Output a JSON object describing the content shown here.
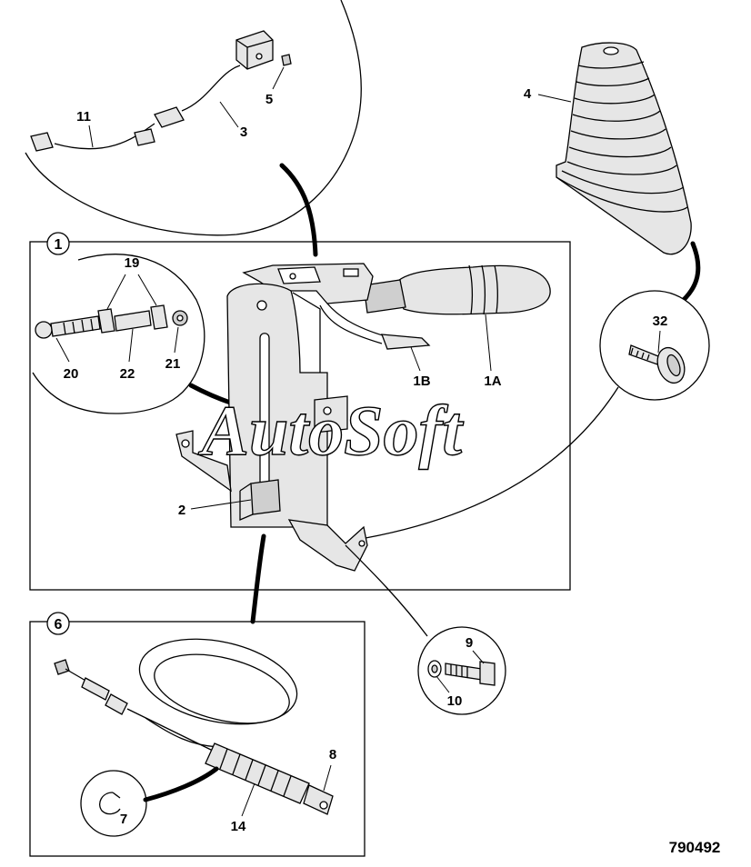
{
  "figure_number": "790492",
  "watermark": "AutoSoft",
  "callouts": {
    "c1": "1",
    "c1A": "1A",
    "c1B": "1B",
    "c2": "2",
    "c3": "3",
    "c4": "4",
    "c5": "5",
    "c6": "6",
    "c7": "7",
    "c8": "8",
    "c9": "9",
    "c10": "10",
    "c11": "11",
    "c14": "14",
    "c19": "19",
    "c20": "20",
    "c21": "21",
    "c22": "22",
    "c32": "32"
  }
}
